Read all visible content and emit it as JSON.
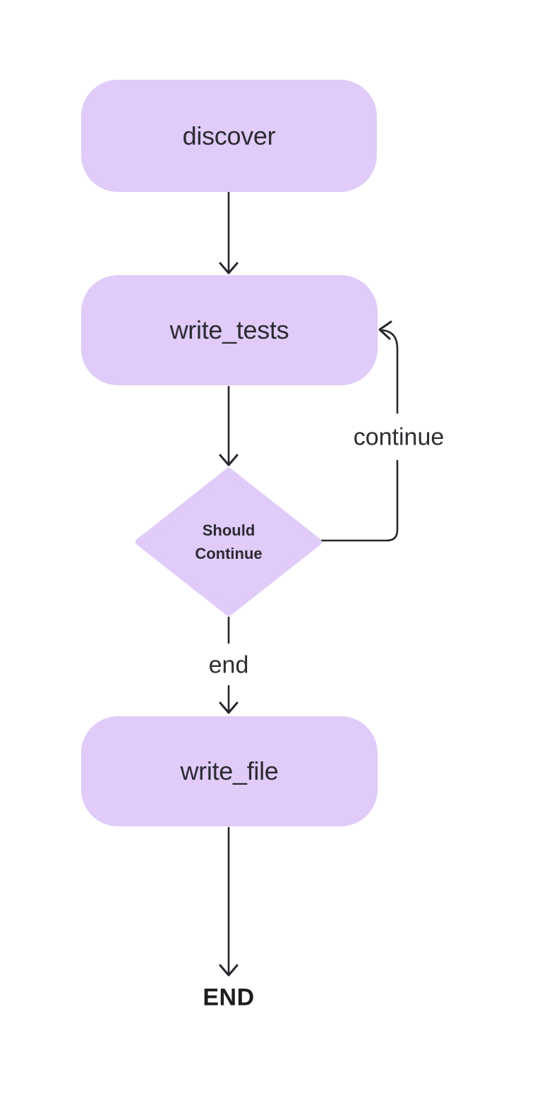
{
  "diagram": {
    "type": "flowchart",
    "colors": {
      "background": "#ffffff",
      "node_fill": "#e0cbf9",
      "line": "#26262b",
      "node_text": "#2b2b31",
      "end_text": "#1d1d20"
    },
    "nodes": {
      "discover": {
        "label": "discover",
        "shape": "rounded-rect"
      },
      "write_tests": {
        "label": "write_tests",
        "shape": "rounded-rect"
      },
      "decision": {
        "label_lines": [
          "Should",
          "Continue"
        ],
        "shape": "diamond"
      },
      "write_file": {
        "label": "write_file",
        "shape": "rounded-rect"
      },
      "end_terminal": {
        "label": "END",
        "shape": "text"
      }
    },
    "edges": [
      {
        "from": "discover",
        "to": "write_tests",
        "label": ""
      },
      {
        "from": "write_tests",
        "to": "decision",
        "label": ""
      },
      {
        "from": "decision",
        "to": "write_tests",
        "label": "continue"
      },
      {
        "from": "decision",
        "to": "write_file",
        "label": "end"
      },
      {
        "from": "write_file",
        "to": "end_terminal",
        "label": ""
      }
    ]
  }
}
